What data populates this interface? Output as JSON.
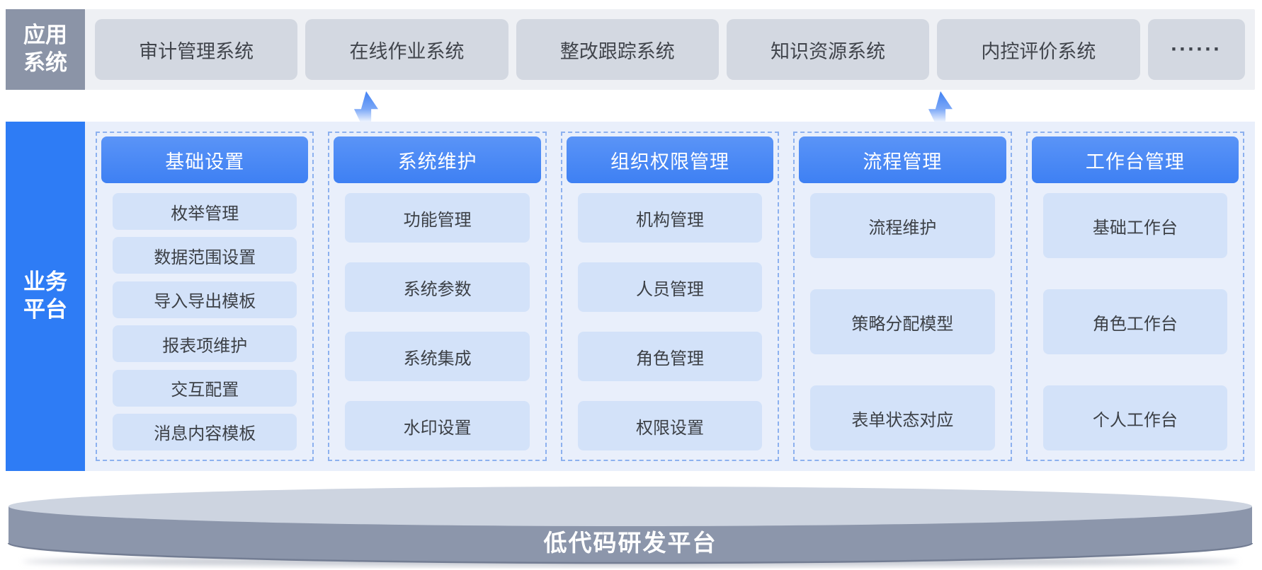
{
  "app_systems": {
    "label": "应用系统",
    "items": [
      "审计管理系统",
      "在线作业系统",
      "整改跟踪系统",
      "知识资源系统",
      "内控评价系统",
      "······"
    ]
  },
  "business_platform": {
    "label": "业务平台",
    "columns": [
      {
        "title": "基础设置",
        "items": [
          "枚举管理",
          "数据范围设置",
          "导入导出模板",
          "报表项维护",
          "交互配置",
          "消息内容模板"
        ]
      },
      {
        "title": "系统维护",
        "items": [
          "功能管理",
          "系统参数",
          "系统集成",
          "水印设置"
        ]
      },
      {
        "title": "组织权限管理",
        "items": [
          "机构管理",
          "人员管理",
          "角色管理",
          "权限设置"
        ]
      },
      {
        "title": "流程管理",
        "items": [
          "流程维护",
          "策略分配模型",
          "表单状态对应"
        ]
      },
      {
        "title": "工作台管理",
        "items": [
          "基础工作台",
          "角色工作台",
          "个人工作台"
        ]
      }
    ]
  },
  "foundation": {
    "label": "低代码研发平台"
  },
  "colors": {
    "accent_blue": "#2e7cf5",
    "header_blue": "#4385f4",
    "dashed_border": "#8db1ef",
    "panel_bg": "#e9effb",
    "item_bg": "#d3e2f9",
    "top_band_bg": "#eef0f4",
    "app_box_bg": "#d3d8e1",
    "slate_label_bg": "#8b94a7",
    "cylinder_top": "#cdd4e0",
    "cylinder_body": "#8c96ab"
  }
}
